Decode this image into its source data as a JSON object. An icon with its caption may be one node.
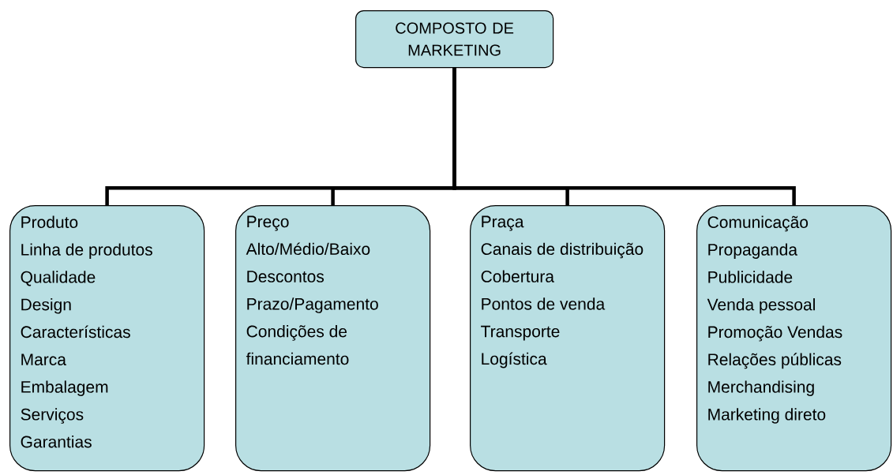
{
  "diagram": {
    "nodes": [
      {
        "text": [
          "COMPOSTO DE MARKETING"
        ]
      },
      {
        "text": [
          "Produto",
          "Linha de produtos",
          "Qualidade",
          "Design",
          "Características",
          "Marca",
          "Embalagem",
          "Serviços",
          "Garantias"
        ]
      },
      {
        "text": [
          "Preço",
          "Alto/Médio/Baixo",
          "Descontos",
          "Prazo/Pagamento",
          "Condições de financiamento"
        ]
      },
      {
        "text": [
          "Praça",
          "Canais de distribuição",
          "Cobertura",
          "Pontos de venda",
          "Transporte",
          "Logística"
        ]
      },
      {
        "text": [
          "Comunicação",
          "Propaganda",
          "Publicidade",
          "Venda pessoal",
          "Promoção Vendas",
          "Relações públicas",
          "Merchandising",
          "Marketing direto"
        ]
      }
    ],
    "edges": [
      {
        "from": 0,
        "to": 1,
        "arrow": "none"
      },
      {
        "from": 0,
        "to": 2,
        "arrow": "none"
      },
      {
        "from": 0,
        "to": 3,
        "arrow": "none"
      },
      {
        "from": 0,
        "to": 4,
        "arrow": "none"
      }
    ]
  }
}
